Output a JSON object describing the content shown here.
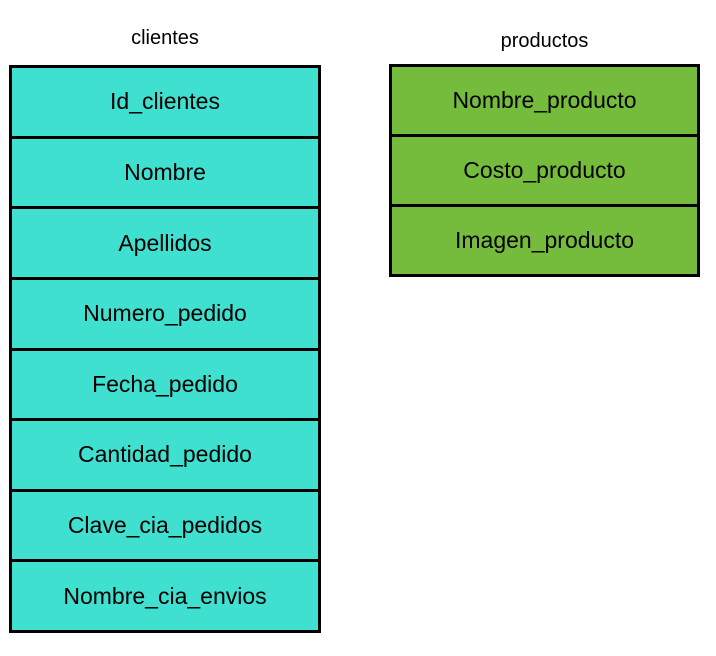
{
  "diagram": {
    "type": "database-schema",
    "background_color": "#ffffff",
    "border_color": "#000000",
    "entities": [
      {
        "id": "clientes",
        "title": "clientes",
        "fill_color": "#3FE0D0",
        "fields": [
          {
            "label": "Id_clientes"
          },
          {
            "label": "Nombre"
          },
          {
            "label": "Apellidos"
          },
          {
            "label": "Numero_pedido"
          },
          {
            "label": "Fecha_pedido"
          },
          {
            "label": "Cantidad_pedido"
          },
          {
            "label": "Clave_cia_pedidos"
          },
          {
            "label": "Nombre_cia_envios"
          }
        ]
      },
      {
        "id": "productos",
        "title": "productos",
        "fill_color": "#76BC3C",
        "fields": [
          {
            "label": "Nombre_producto"
          },
          {
            "label": "Costo_producto"
          },
          {
            "label": "Imagen_producto"
          }
        ]
      }
    ]
  }
}
